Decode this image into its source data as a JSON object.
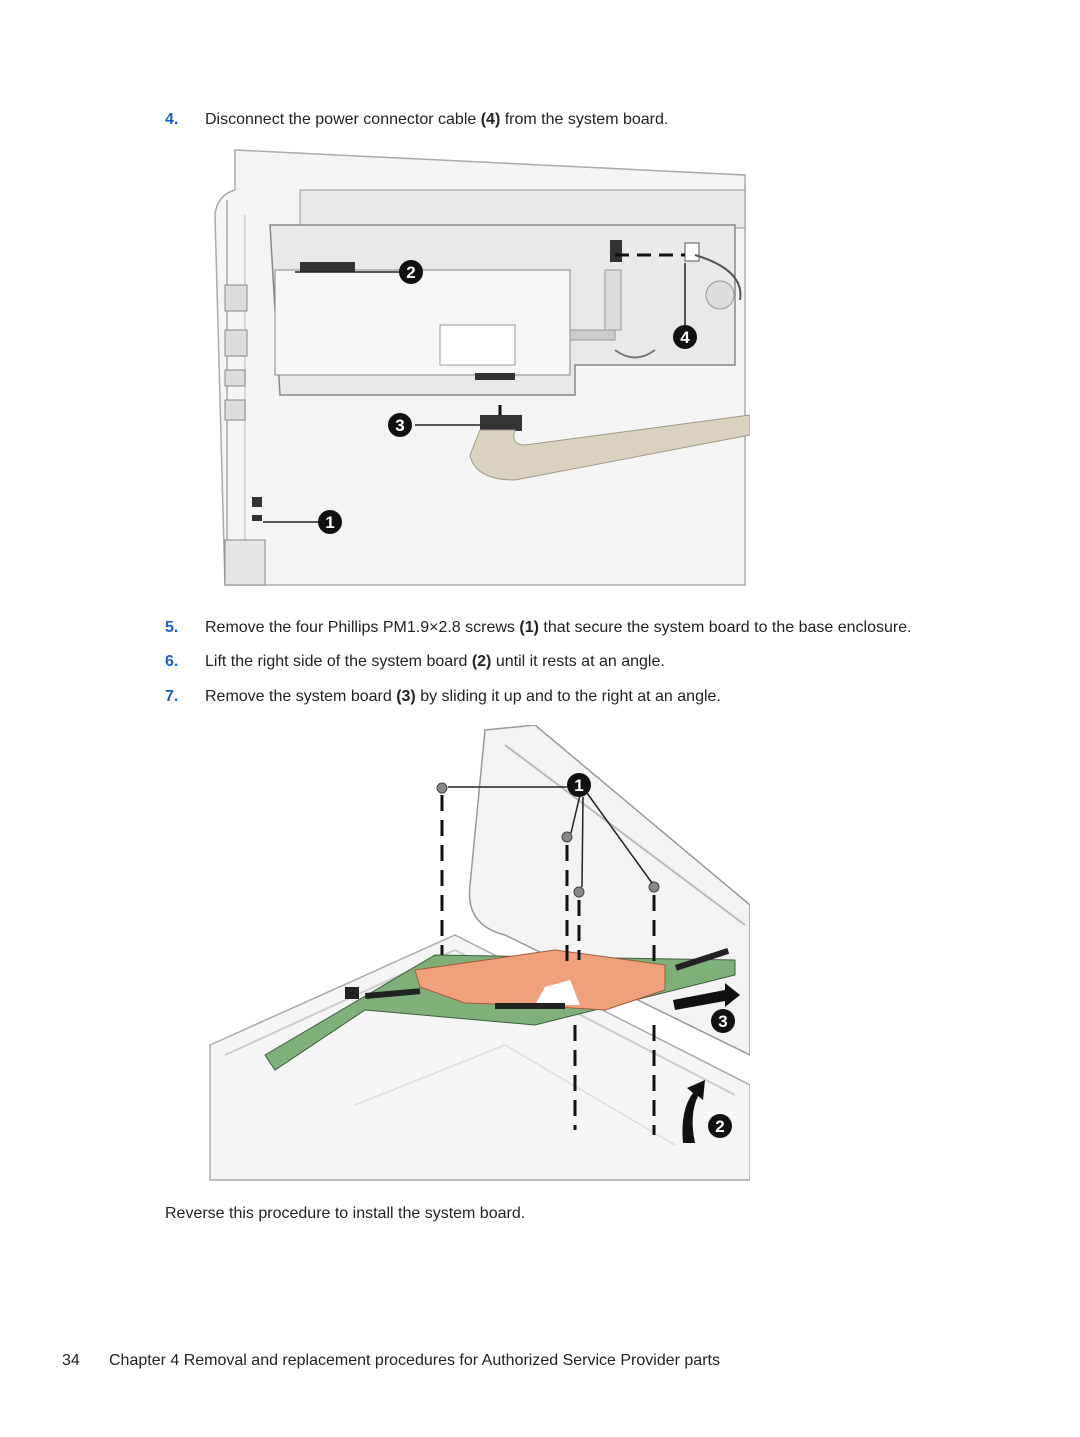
{
  "steps": [
    {
      "num": "4.",
      "text_before": "Disconnect the power connector cable ",
      "bold": "(4)",
      "text_after": " from the system board."
    },
    {
      "num": "5.",
      "text_before": "Remove the four Phillips PM1.9×2.8 screws ",
      "bold": "(1)",
      "text_after": " that secure the system board to the base enclosure."
    },
    {
      "num": "6.",
      "text_before": "Lift the right side of the system board ",
      "bold": "(2)",
      "text_after": " until it rests at an angle."
    },
    {
      "num": "7.",
      "text_before": "Remove the system board ",
      "bold": "(3)",
      "text_after": " by sliding it up and to the right at an angle."
    }
  ],
  "figure1": {
    "callouts": [
      "1",
      "2",
      "3",
      "4"
    ]
  },
  "figure2": {
    "callouts": [
      "1",
      "2",
      "3"
    ]
  },
  "closing": "Reverse this procedure to install the system board.",
  "footer": {
    "page_number": "34",
    "chapter": "Chapter 4  Removal and replacement procedures for Authorized Service Provider parts"
  },
  "colors": {
    "step_number": "#1a5fd0",
    "board_copper": "#f0a07a",
    "board_green": "#7fb07a"
  }
}
